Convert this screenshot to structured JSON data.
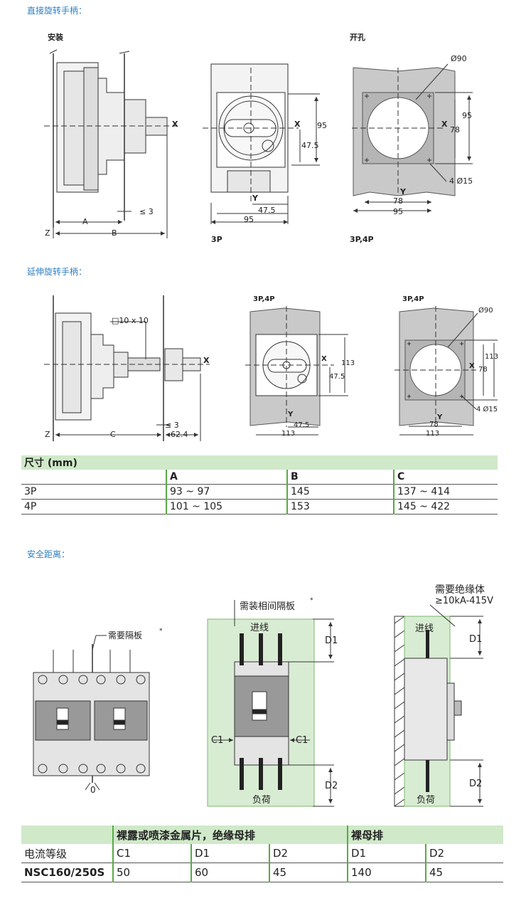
{
  "sections": {
    "direct": "直接旋转手柄：",
    "extended": "延伸旋转手柄：",
    "safety": "安全距离："
  },
  "direct": {
    "install_title": "安装",
    "cutout_title": "开孔",
    "label_3p": "3P",
    "label_3p4p": "3P,4P",
    "dim_A": "A",
    "dim_B": "B",
    "dim_Z": "Z",
    "dim_X": "X",
    "dim_Y": "Y",
    "le3": "≤ 3",
    "d95": "95",
    "d47_5": "47.5",
    "d78": "78",
    "dia90": "Ø90",
    "holes": "4 Ø15"
  },
  "extended": {
    "label_3p4p": "3P,4P",
    "square": "□10 x 10",
    "dim_C": "C",
    "dim_Z": "Z",
    "dim_X": "X",
    "dim_Y": "Y",
    "le3": "≤ 3",
    "d62_4": "62.4",
    "d113": "113",
    "d47_5": "47.5",
    "d78": "78",
    "dia90": "Ø90",
    "holes": "4 Ø15"
  },
  "dim_table": {
    "title": "尺寸 (mm)",
    "headers": [
      "A",
      "B",
      "C"
    ],
    "rows": [
      {
        "label": "3P",
        "A": "93 ~ 97",
        "B": "145",
        "C": "137 ~ 414"
      },
      {
        "label": "4P",
        "A": "101 ~ 105",
        "B": "153",
        "C": "145 ~ 422"
      }
    ]
  },
  "safety": {
    "barrier_needed": "需要隔板",
    "phase_barrier": "需装相间隔板",
    "insulation_needed": "需要绝缘体",
    "rating": "≥10kA-415V",
    "incoming": "进线",
    "load": "负荷",
    "c1": "C1",
    "d1": "D1",
    "d2": "D2",
    "zero": "0",
    "asterisk": "*"
  },
  "safety_table": {
    "group1": "裸露或喷漆金属片，绝缘母排",
    "group2": "裸母排",
    "row_label_header": "电流等级",
    "sub_headers": [
      "C1",
      "D1",
      "D2",
      "D1",
      "D2"
    ],
    "product": "NSC160/250S",
    "values": [
      "50",
      "60",
      "45",
      "140",
      "45"
    ]
  }
}
